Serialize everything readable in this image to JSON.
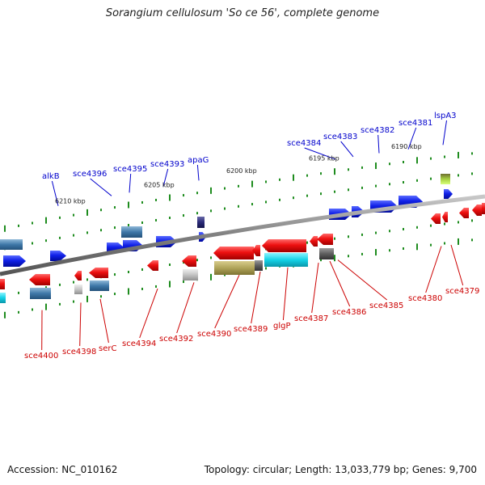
{
  "title": "Sorangium cellulosum 'So ce 56', complete genome",
  "footer": {
    "accession": "Accession: NC_010162",
    "summary": "Topology: circular; Length: 13,033,779 bp; Genes: 9,700"
  },
  "colors": {
    "forward_label": "#0000cc",
    "reverse_label": "#cc0000",
    "forward_gene": "#0a14e6",
    "reverse_gene": "#e60a0a",
    "backbone": "#808080",
    "tick": "#1e8c1e"
  },
  "scale_labels": [
    {
      "text": "6210 kbp",
      "pos": 78
    },
    {
      "text": "6205 kbp",
      "pos": 188
    },
    {
      "text": "6200 kbp",
      "pos": 290
    },
    {
      "text": "6195 kbp",
      "pos": 392
    },
    {
      "text": "6190 kbp",
      "pos": 494
    }
  ],
  "forward_gene_labels": [
    {
      "text": "alkB",
      "anchor": 72
    },
    {
      "text": "sce4396",
      "anchor": 138
    },
    {
      "text": "sce4395",
      "anchor": 160
    },
    {
      "text": "sce4393",
      "anchor": 202
    },
    {
      "text": "apaG",
      "anchor": 246
    },
    {
      "text": "sce4384",
      "anchor": 415
    },
    {
      "text": "sce4383",
      "anchor": 437
    },
    {
      "text": "sce4382",
      "anchor": 469
    },
    {
      "text": "sce4381",
      "anchor": 505
    },
    {
      "text": "lspA3",
      "anchor": 548
    }
  ],
  "reverse_gene_labels": [
    {
      "text": "sce4400",
      "anchor": 52
    },
    {
      "text": "sce4398",
      "anchor": 100
    },
    {
      "text": "serC",
      "anchor": 124
    },
    {
      "text": "sce4394",
      "anchor": 195
    },
    {
      "text": "sce4392",
      "anchor": 240
    },
    {
      "text": "sce4390",
      "anchor": 296
    },
    {
      "text": "sce4389",
      "anchor": 322
    },
    {
      "text": "glgP",
      "anchor": 356
    },
    {
      "text": "sce4387",
      "anchor": 394
    },
    {
      "text": "sce4386",
      "anchor": 408
    },
    {
      "text": "sce4385",
      "anchor": 418
    },
    {
      "text": "sce4380",
      "anchor": 546
    },
    {
      "text": "sce4379",
      "anchor": 558
    }
  ]
}
